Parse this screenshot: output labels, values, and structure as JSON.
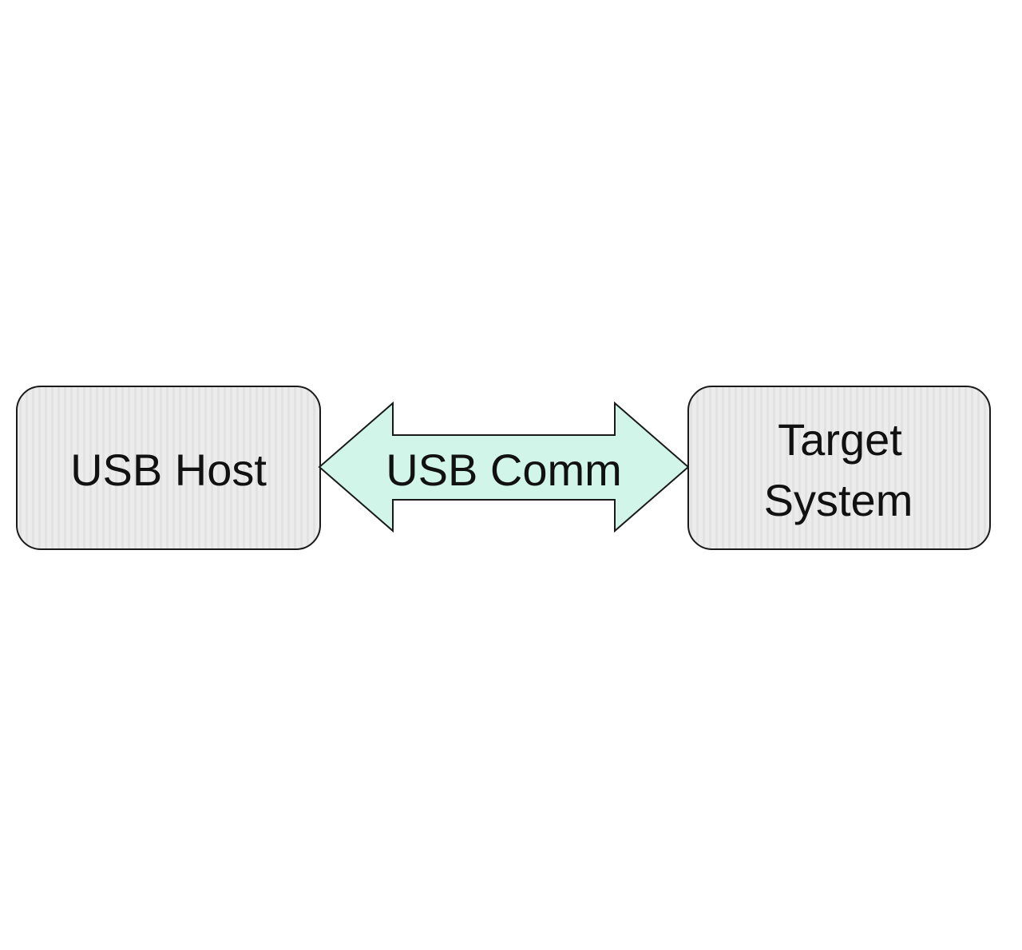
{
  "diagram": {
    "nodes": {
      "host": {
        "label": "USB Host"
      },
      "target": {
        "line1": "Target",
        "line2": "System"
      }
    },
    "connection": {
      "label": "USB Comm",
      "direction": "bidirectional"
    },
    "colors": {
      "box_fill": "#ececec",
      "box_stripe": "#e2e2e2",
      "arrow_fill": "#d2f5ea",
      "stroke": "#1a1a1a",
      "text": "#111111"
    }
  }
}
